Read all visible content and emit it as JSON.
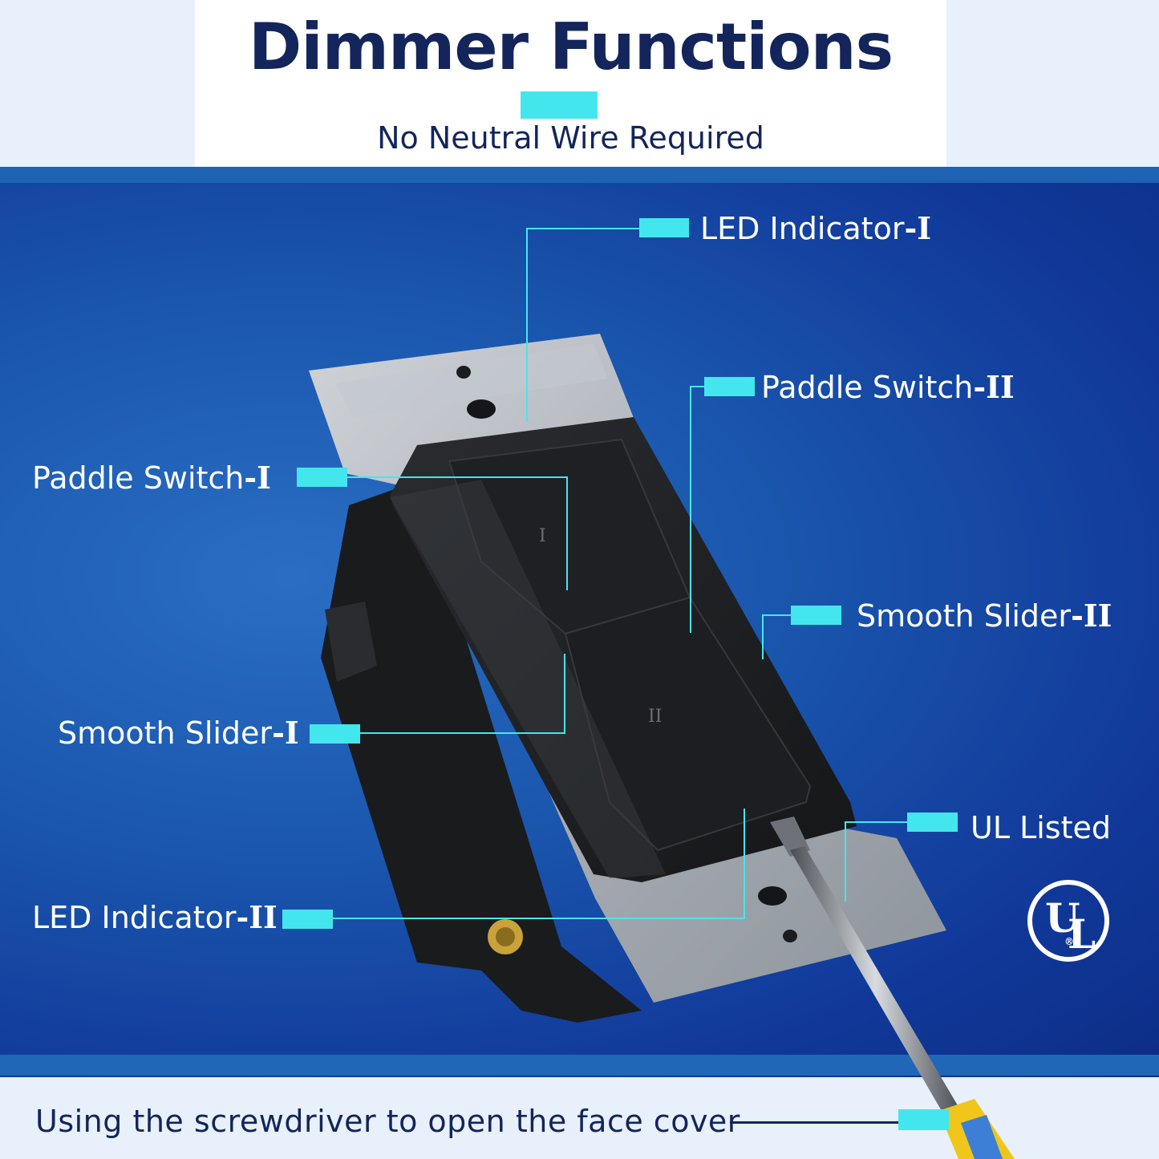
{
  "header": {
    "title": "Dimmer Functions",
    "subtitle": "No Neutral Wire Required"
  },
  "labels": {
    "led_indicator_1": {
      "text": "LED Indicator",
      "suffix": "-I"
    },
    "paddle_switch_2": {
      "text": "Paddle Switch",
      "suffix": "-II"
    },
    "paddle_switch_1": {
      "text": "Paddle Switch",
      "suffix": "-I"
    },
    "smooth_slider_2": {
      "text": "Smooth Slider",
      "suffix": "-II"
    },
    "smooth_slider_1": {
      "text": "Smooth Slider",
      "suffix": "-I"
    },
    "ul_listed": {
      "text": "UL Listed"
    },
    "led_indicator_2": {
      "text": "LED Indicator",
      "suffix": "-II"
    }
  },
  "device": {
    "paddle_mark_1": "I",
    "paddle_mark_2": "II"
  },
  "ul_logo": {
    "u": "U",
    "l": "L",
    "reg": "®"
  },
  "footer": {
    "text": "Using the screwdriver to open the face cover"
  },
  "colors": {
    "navy": "#13255a",
    "accent": "#44e6ee",
    "stage_blue": "#1a56ad"
  }
}
